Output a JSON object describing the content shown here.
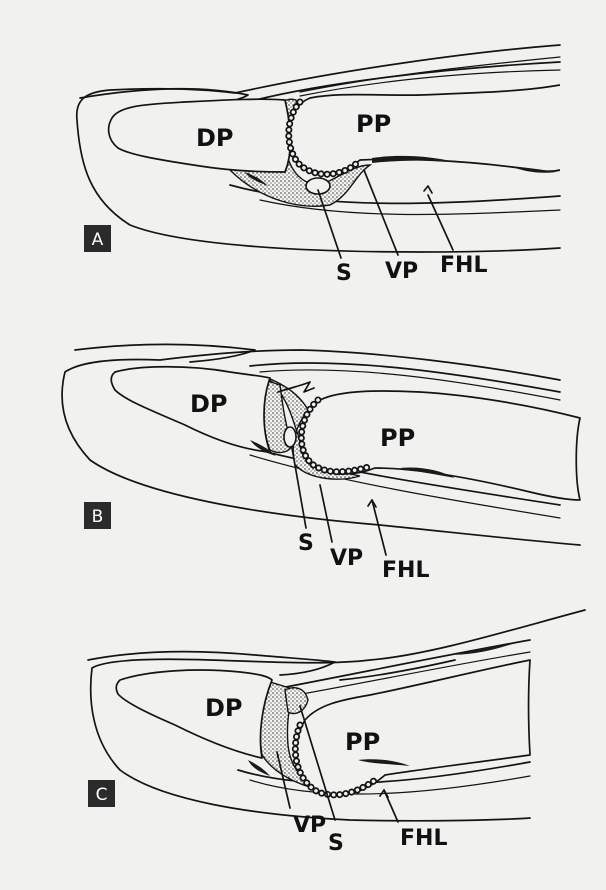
{
  "panels": [
    {
      "badge": "A",
      "labels": {
        "dp": "DP",
        "pp": "PP",
        "s": "S",
        "vp": "VP",
        "fhl": "FHL"
      }
    },
    {
      "badge": "B",
      "labels": {
        "dp": "DP",
        "pp": "PP",
        "s": "S",
        "vp": "VP",
        "fhl": "FHL"
      }
    },
    {
      "badge": "C",
      "labels": {
        "dp": "DP",
        "pp": "PP",
        "s": "S",
        "vp": "VP",
        "fhl": "FHL"
      }
    }
  ],
  "colors": {
    "background": "#f1f1ef",
    "ink": "#141414",
    "badge": "#2b2b2b"
  }
}
